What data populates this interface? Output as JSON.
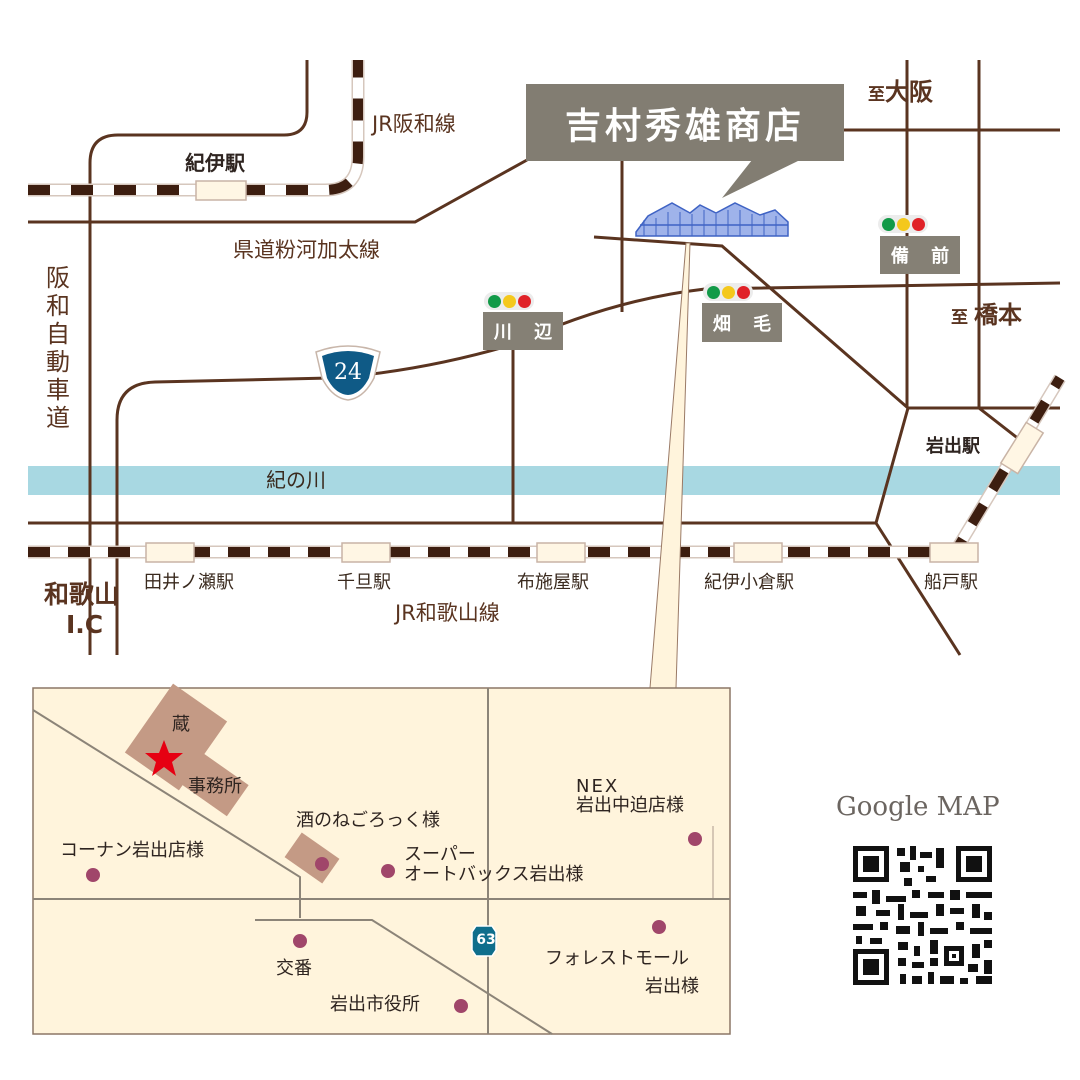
{
  "title": "吉村秀雄商店",
  "directions": {
    "to_osaka": {
      "prefix": "至",
      "place": "大阪"
    },
    "to_hashimoto": {
      "prefix": "至",
      "place": "橋本"
    }
  },
  "rail_lines": {
    "hanwa": "JR阪和線",
    "wakayama": "JR和歌山線"
  },
  "roads": {
    "prefectural": "県道粉河加太線",
    "expressway": "阪和自動車道",
    "expressway_chars": [
      "阪",
      "和",
      "自",
      "動",
      "車",
      "道"
    ],
    "route_24": "24",
    "route_63": "63",
    "interchange_line1": "和歌山",
    "interchange_line2": "I.C"
  },
  "river": "紀の川",
  "stations": {
    "kii": "紀伊駅",
    "iwade": "岩出駅",
    "tainose": "田井ノ瀬駅",
    "sengaku": "千旦駅",
    "fuseya": "布施屋駅",
    "kiiogura": "紀伊小倉駅",
    "funado": "船戸駅"
  },
  "intersections": {
    "kawanabe": "川 辺",
    "hatage": "畑 毛",
    "bizen": "備 前"
  },
  "traffic_light_colors": [
    "#129a48",
    "#f4c81c",
    "#e02228"
  ],
  "detail_map": {
    "kura": "蔵",
    "office": "事務所",
    "places": {
      "konan": "コーナン岩出店様",
      "negorokku": "酒のねごろっく様",
      "autobacs_line1": "スーパー",
      "autobacs_line2": "オートバックス岩出様",
      "nex_line1": "NEX",
      "nex_line2": "岩出中迫店様",
      "koban": "交番",
      "city_office": "岩出市役所",
      "forest_line1": "フォレストモール",
      "forest_line2": "岩出様"
    }
  },
  "google_map_label": "Google MAP",
  "colors": {
    "road": "#5a3420",
    "river": "#a8d8e2",
    "detail_bg": "#fff4dc",
    "building": "#c49a85",
    "marker": "#a0466a",
    "star": "#e60012",
    "sign_blue": "#0f5a86",
    "sign_gray": "#858075"
  }
}
